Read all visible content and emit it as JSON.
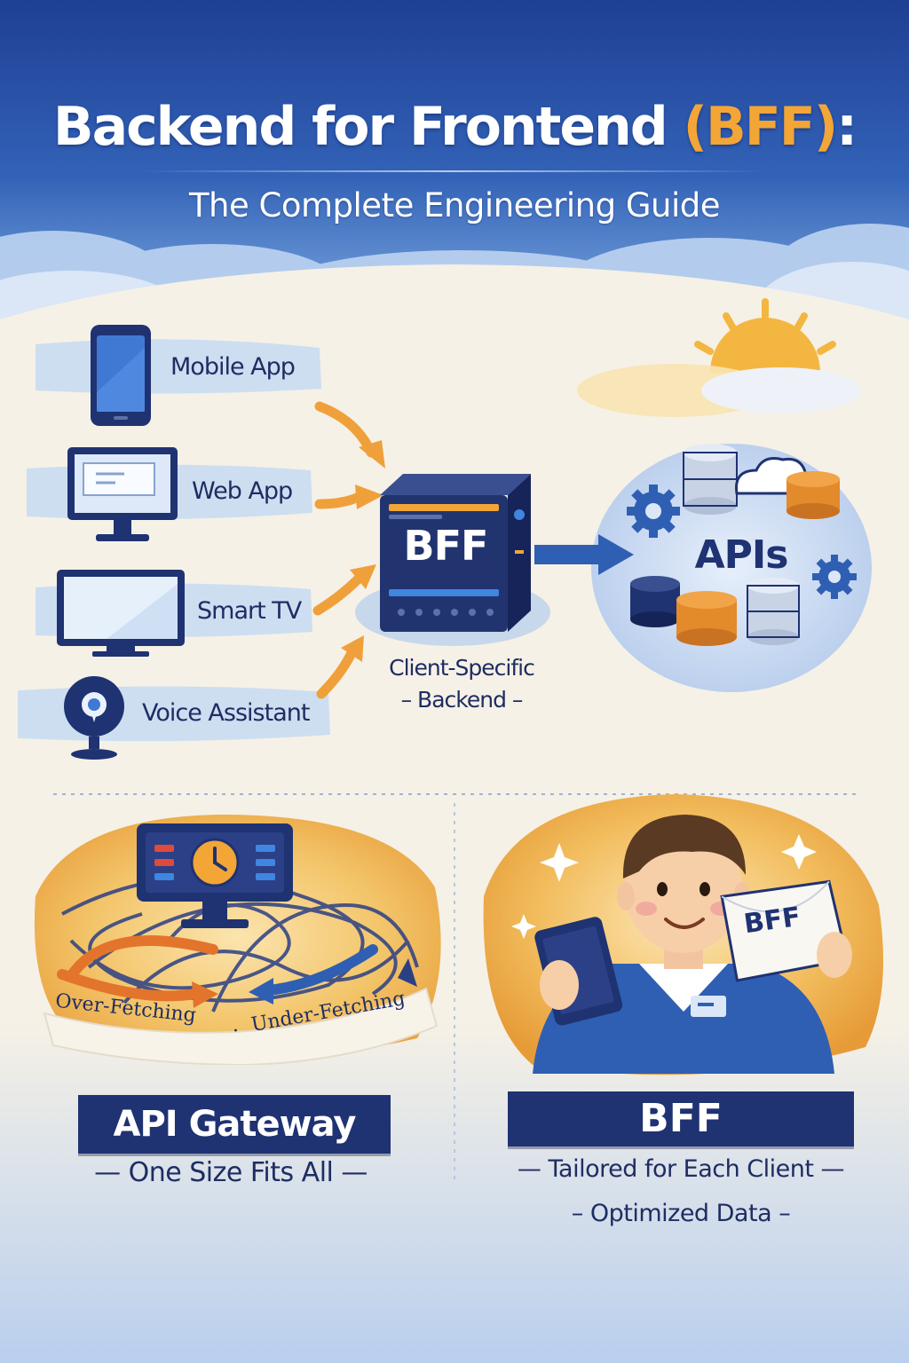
{
  "title": {
    "main_text": "Backend for Frontend ",
    "main_accent": "(BFF)",
    "main_colon": ":",
    "subtitle": "The Complete Engineering Guide"
  },
  "clients": [
    {
      "label": "Mobile App",
      "icon": "smartphone-icon"
    },
    {
      "label": "Web App",
      "icon": "desktop-monitor-icon"
    },
    {
      "label": "Smart TV",
      "icon": "tv-icon"
    },
    {
      "label": "Voice Assistant",
      "icon": "smart-speaker-icon"
    }
  ],
  "bff_server": {
    "label": "BFF",
    "caption_line1": "Client-Specific",
    "caption_line2": "Backend"
  },
  "apis": {
    "label": "APIs"
  },
  "gateway_panel": {
    "tag_left": "Over-Fetching",
    "tag_separator": "·",
    "tag_right": "Under-Fetching",
    "banner": "API Gateway",
    "subtitle": "One Size Fits All"
  },
  "bff_panel": {
    "card_label": "BFF",
    "banner": "BFF",
    "subtitle1": "Tailored for Each Client",
    "subtitle2": "Optimized Data"
  },
  "colors": {
    "navy": "#1f3272",
    "orange": "#f3a536",
    "sky_blue": "#2f5fb3",
    "cream": "#f6f1e6"
  }
}
